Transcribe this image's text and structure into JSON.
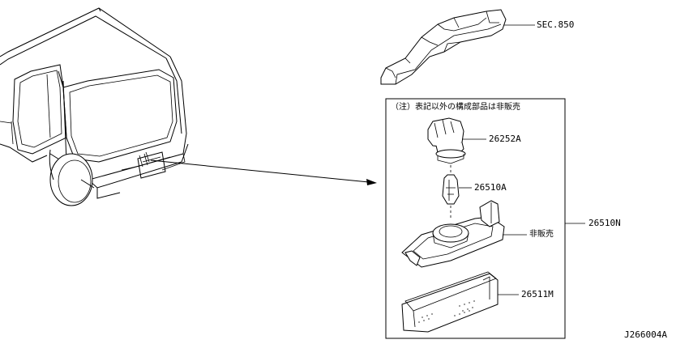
{
  "diagram": {
    "note": "（注）表記以外の構成部品は非販売",
    "labels": {
      "sec": "SEC.850",
      "p26252a": "26252A",
      "p26510a": "26510A",
      "not_sold": "非販売",
      "p26510n": "26510N",
      "p26511m": "26511M",
      "diagram_id": "J266004A"
    }
  }
}
